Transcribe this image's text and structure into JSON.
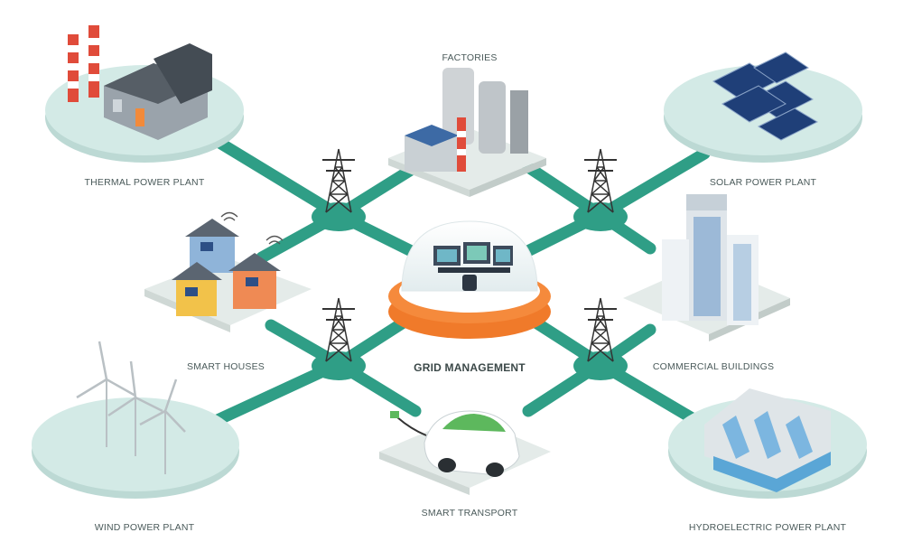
{
  "nodes": {
    "factories": "FACTORIES",
    "thermal": "THERMAL POWER PLANT",
    "solar": "SOLAR POWER PLANT",
    "houses": "SMART HOUSES",
    "grid": "GRID MANAGEMENT",
    "commercial": "COMMERCIAL BUILDINGS",
    "wind": "WIND POWER PLANT",
    "transport": "SMART TRANSPORT",
    "hydro": "HYDROELECTRIC POWER PLANT"
  },
  "colors": {
    "grid_line": "#2f9e86",
    "platform": "#cfe7e3",
    "tile": "#e6ecea",
    "accent": "#f07a2a"
  }
}
